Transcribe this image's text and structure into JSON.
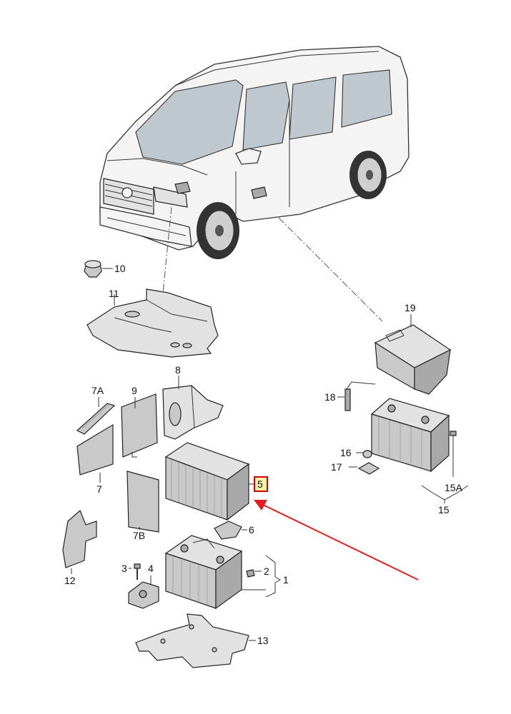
{
  "diagram": {
    "highlight_color": "#cc0000",
    "highlight_fill": "#f7f0a8",
    "arrow_color": "#e02020",
    "highlighted_part": "5",
    "labels": {
      "p1": "1",
      "p2": "2",
      "p3": "3",
      "p4": "4",
      "p5": "5",
      "p6": "6",
      "p7": "7",
      "p7a": "7A",
      "p7b": "7B",
      "p8": "8",
      "p9": "9",
      "p10": "10",
      "p11": "11",
      "p12": "12",
      "p13": "13",
      "p15": "15",
      "p15a": "15A",
      "p16": "16",
      "p17": "17",
      "p18": "18",
      "p19": "19"
    }
  }
}
